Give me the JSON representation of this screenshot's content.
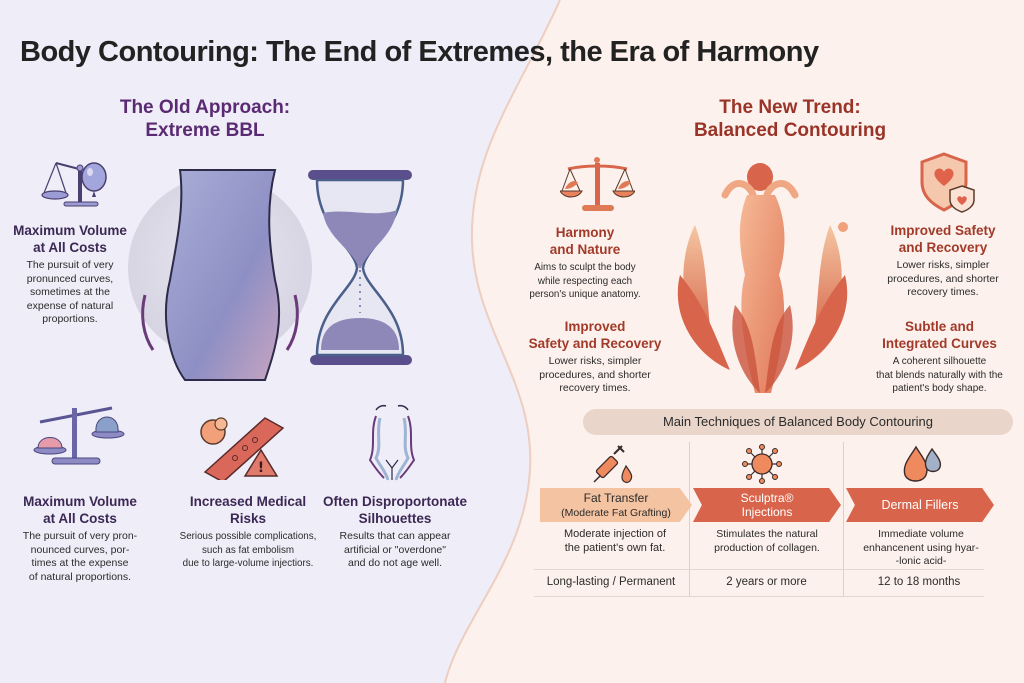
{
  "title": "Body Contouring: The End of Extremes, the Era of Harmony",
  "colors": {
    "left_bg": "#efedf7",
    "right_bg": "#fcf1ec",
    "old_accent": "#5a2a72",
    "new_accent": "#9a3428",
    "ribbon_light": "#f4c3a2",
    "ribbon_dark": "#d8654b"
  },
  "old": {
    "heading_line1": "The Old Approach:",
    "heading_line2": "Extreme BBL",
    "hero_icons": [
      "stylized-figure-illustration",
      "hourglass-icon"
    ],
    "top_feature": {
      "icon": "scale-balloon-icon",
      "title_line1": "Maximum Volume",
      "title_line2": "at All Costs",
      "desc_lines": [
        "The pursuit of very",
        "pronunced curves,",
        "sometimes at the",
        "expense of natural",
        "proportions."
      ]
    },
    "features": [
      {
        "icon": "unbalanced-scale-icon",
        "title_line1": "Maximum Volume",
        "title_line2": "at All Costs",
        "desc_lines": [
          "The pursuit of very pron-",
          "nounced curves, por-",
          "times at the expense",
          "of natural proportions."
        ]
      },
      {
        "icon": "blood-vessel-warning-icon",
        "title_line1": "Increased Medical",
        "title_line2": "Risks",
        "desc_lines": [
          "Serious possible complications,",
          "such as fat embolism",
          "due to large-volume injectiors."
        ]
      },
      {
        "icon": "silhouette-outline-icon",
        "title_line1": "Often Disproportonate",
        "title_line2": "Silhouettes",
        "desc_lines": [
          "Results that can appear",
          "artificial or \"overdone\"",
          "and do not age well."
        ]
      }
    ]
  },
  "new": {
    "heading_line1": "The New Trend:",
    "heading_line2": "Balanced Contouring",
    "hero_icon": "leaf-figure-illustration",
    "features": [
      {
        "icon": "leaf-scale-icon",
        "title_line1": "Harmony",
        "title_line2": "and Nature",
        "desc_lines": [
          "Aims to sculpt the body",
          "while respecting each",
          "person's unique anatomy."
        ]
      },
      {
        "icon": "none",
        "title_line1": "Improved",
        "title_line2": "Safety and Recovery",
        "desc_lines": [
          "Lower risks, simpler",
          "procedures, and shorter",
          "recovery times."
        ]
      },
      {
        "icon": "shield-heart-icon",
        "title_line1": "Improved Safety",
        "title_line2": "and Recovery",
        "desc_lines": [
          "Lower risks, simpler",
          "procedures, and shorter",
          "recovery times."
        ]
      },
      {
        "icon": "none",
        "title_line1": "Subtle and",
        "title_line2": "Integrated Curves",
        "desc_lines": [
          "A coherent silhouette",
          "that blends naturally with the",
          "patient's body shape."
        ]
      }
    ]
  },
  "techniques": {
    "heading": "Main Techniques of Balanced Body Contouring",
    "items": [
      {
        "icon": "syringe-drop-icon",
        "label_line1": "Fat Transfer",
        "label_line2": "(Moderate Fat Grafting)",
        "desc_lines": [
          "Moderate injection of",
          "the patient's own fat."
        ],
        "duration": "Long-lasting / Permanent"
      },
      {
        "icon": "collagen-cell-icon",
        "label_line1": "Sculptra®",
        "label_line2": "Injections",
        "desc_lines": [
          "Stimulates the natural",
          "production of collagen."
        ],
        "duration": "2 years or more"
      },
      {
        "icon": "droplets-icon",
        "label_line1": "Dermal Fillers",
        "label_line2": "",
        "desc_lines": [
          "Immediate volume",
          "enhancenent using hyar-",
          "-lonic acid-"
        ],
        "duration": "12 to 18 months"
      }
    ]
  }
}
